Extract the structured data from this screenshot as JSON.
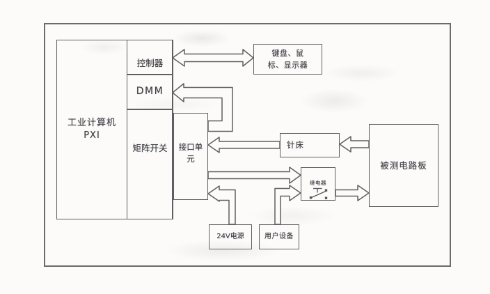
{
  "colors": {
    "paper": "#fcfbfa",
    "line": "#5e5e63",
    "text": "#3b3b41"
  },
  "blocks": {
    "pxi": {
      "line1": "工业计算机",
      "line2": "PXI"
    },
    "controller": {
      "label": "控制器"
    },
    "dmm": {
      "label": "DMM"
    },
    "matrix_switch": {
      "label": "矩阵开关"
    },
    "interface_unit": {
      "line1": "接口单",
      "line2": "元"
    },
    "keyboard_mouse_display": {
      "line1": "键盘、鼠",
      "line2": "标、显示器"
    },
    "needle_bed": {
      "label": "针床"
    },
    "dut_board": {
      "label": "被测电路板"
    },
    "relay": {
      "label": "继电器"
    },
    "psu_24v": {
      "label": "24V电源"
    },
    "user_equipment": {
      "label": "用户设备"
    }
  },
  "connections": [
    {
      "from": "控制器",
      "to": "键盘、鼠标、显示器",
      "direction": "bidirectional"
    },
    {
      "from": "接口单元",
      "to": "DMM",
      "direction": "one-way"
    },
    {
      "from": "针床",
      "to": "接口单元",
      "direction": "one-way"
    },
    {
      "from": "被测电路板",
      "to": "针床",
      "direction": "one-way"
    },
    {
      "from": "接口单元",
      "to": "继电器",
      "direction": "one-way"
    },
    {
      "from": "用户设备",
      "to": "继电器",
      "direction": "one-way"
    },
    {
      "from": "24V电源",
      "to": "接口单元",
      "direction": "one-way"
    },
    {
      "from": "继电器",
      "to": "被测电路板",
      "direction": "one-way"
    }
  ]
}
